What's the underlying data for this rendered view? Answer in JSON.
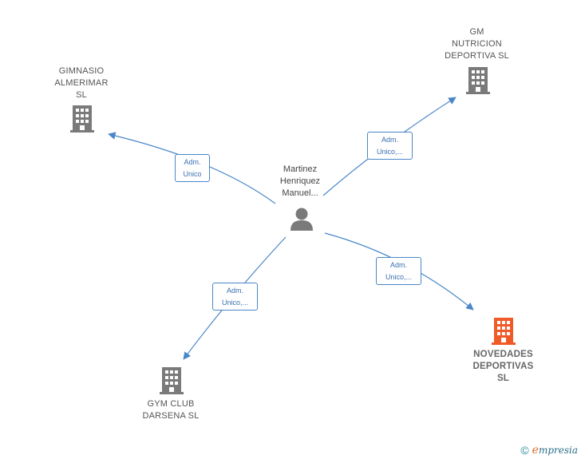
{
  "center": {
    "label": "Martinez\nHenriquez\nManuel..."
  },
  "companies": [
    {
      "id": "gimnasio",
      "label": "GIMNASIO\nALMERIMAR\nSL",
      "highlight": false
    },
    {
      "id": "gm",
      "label": "GM\nNUTRICION\nDEPORTIVA  SL",
      "highlight": false
    },
    {
      "id": "gymclub",
      "label": "GYM CLUB\nDARSENA  SL",
      "highlight": false
    },
    {
      "id": "novedades",
      "label": "NOVEDADES\nDEPORTIVAS\nSL",
      "highlight": true
    }
  ],
  "edges": [
    {
      "to": "gimnasio",
      "label": "Adm.\nUnico"
    },
    {
      "to": "gm",
      "label": "Adm.\nUnico,..."
    },
    {
      "to": "gymclub",
      "label": "Adm.\nUnico,..."
    },
    {
      "to": "novedades",
      "label": "Adm.\nUnico,..."
    }
  ],
  "colors": {
    "edge": "#4a86c8",
    "building": "#7a7a7a",
    "building_highlight": "#f05a28",
    "person": "#7a7a7a"
  },
  "icons": {
    "company": "building-icon",
    "person": "person-icon"
  },
  "footer": {
    "copyright": "©",
    "brand_initial": "e",
    "brand_rest": "mpresia"
  }
}
